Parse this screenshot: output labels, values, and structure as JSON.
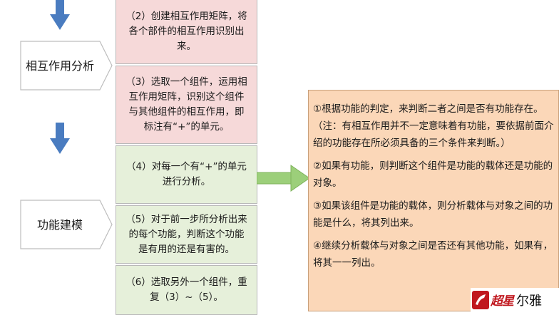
{
  "phases": {
    "interaction": "相互作用分析",
    "modeling": "功能建模"
  },
  "steps": [
    {
      "id": "2",
      "text": "（2）创建相互作用矩阵，将各个部件的相互作用识别出来。"
    },
    {
      "id": "3",
      "text": "（3）选取一个组件，运用相互作用矩阵，识别这个组件与其他组件的相互作用，即标注有“+”的单元。"
    },
    {
      "id": "4",
      "text": "（4）对每一个有“+”的单元进行分析。"
    },
    {
      "id": "5",
      "text": "（5）对于前一步所分析出来的每个功能，判断这个功能是有用的还是有害的。"
    },
    {
      "id": "6",
      "text": "（6）选取另外一个组件，重复（3）~（5）。"
    }
  ],
  "notes": [
    "①根据功能的判定，来判断二者之间是否有功能存在。（注：有相互作用并不一定意味着有功能，要依据前面介绍的功能存在所必须具备的三个条件来判断。）",
    "②如果有功能，则判断这个组件是功能的载体还是功能的对象。",
    "③如果该组件是功能的载体，则分析载体与对象之间的功能是什么，将其列出来。",
    "④继续分析载体与对象之间是否还有其他功能，如果有，将其一一列出。"
  ],
  "logo": {
    "script": "超星",
    "text": "尔雅"
  },
  "colors": {
    "blue_arrow": "#4a7cc0",
    "green_arrow": "#9ccf7a",
    "step_pink": "#f6d9d9",
    "step_green": "#e6f0da",
    "notes_bg": "#fbd7b8",
    "logo_red": "#c0171e"
  }
}
